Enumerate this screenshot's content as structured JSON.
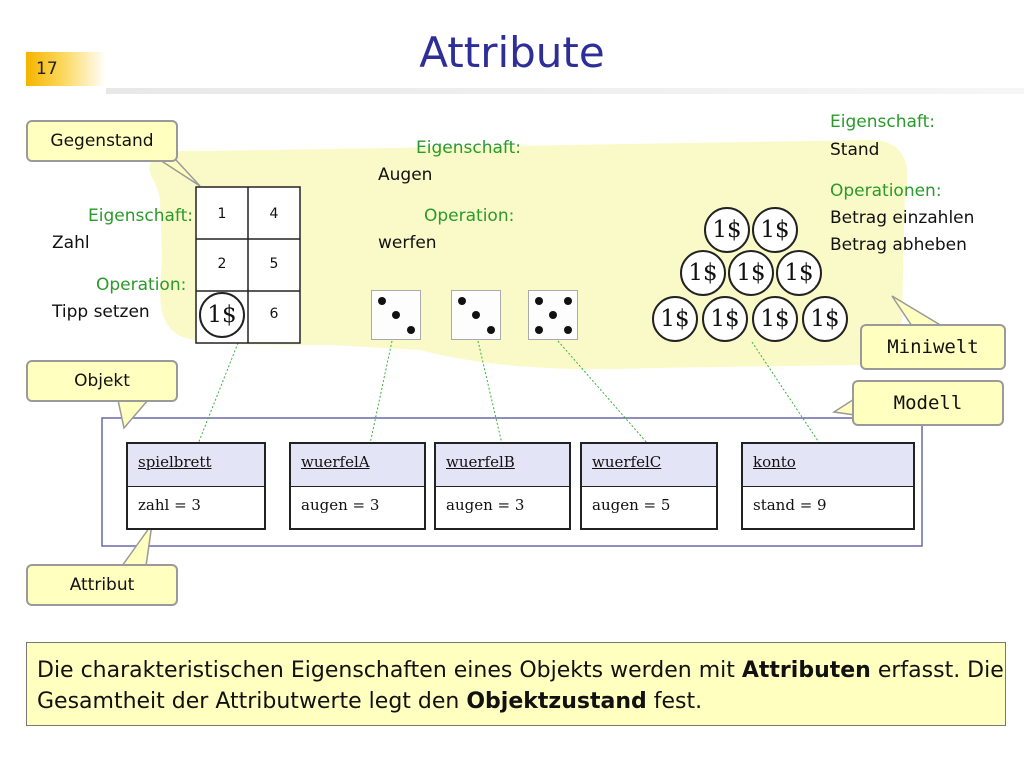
{
  "header": {
    "page_number": "17",
    "title": "Attribute"
  },
  "colors": {
    "accent": "#2e2e99",
    "property_text": "#2a9a2a",
    "callout_fill": "#ffffc0",
    "miniworld_fill": "#fafac8",
    "object_header": "#e4e4f7"
  },
  "callouts": {
    "gegenstand": "Gegenstand",
    "objekt": "Objekt",
    "attribut": "Attribut",
    "miniwelt": "Miniwelt",
    "modell": "Modell"
  },
  "board": {
    "property_label": "Eigenschaft:",
    "property_value": "Zahl",
    "operation_label": "Operation:",
    "operation_value": "Tipp setzen",
    "cells": [
      "1",
      "4",
      "2",
      "5",
      "",
      "6"
    ],
    "coin": "1$"
  },
  "dice": {
    "property_label": "Eigenschaft:",
    "property_value": "Augen",
    "operation_label": "Operation:",
    "operation_value": "werfen",
    "values": [
      3,
      3,
      5
    ]
  },
  "account": {
    "property_label": "Eigenschaft:",
    "property_value": "Stand",
    "operations_label": "Operationen:",
    "operation_1": "Betrag einzahlen",
    "operation_2": "Betrag abheben",
    "coin_label": "1$",
    "coin_count": 9
  },
  "objects": [
    {
      "name": "spielbrett",
      "attribute": "zahl = 3"
    },
    {
      "name": "wuerfelA",
      "attribute": "augen = 3"
    },
    {
      "name": "wuerfelB",
      "attribute": "augen = 3"
    },
    {
      "name": "wuerfelC",
      "attribute": "augen = 5"
    },
    {
      "name": "konto",
      "attribute": "stand = 9"
    }
  ],
  "summary": {
    "part1": "Die charakteristischen Eigenschaften eines Objekts werden mit ",
    "bold1": "Attributen",
    "part2": " erfasst. Die Gesamtheit der Attributwerte legt den ",
    "bold2": "Objektzustand",
    "part3": " fest."
  }
}
